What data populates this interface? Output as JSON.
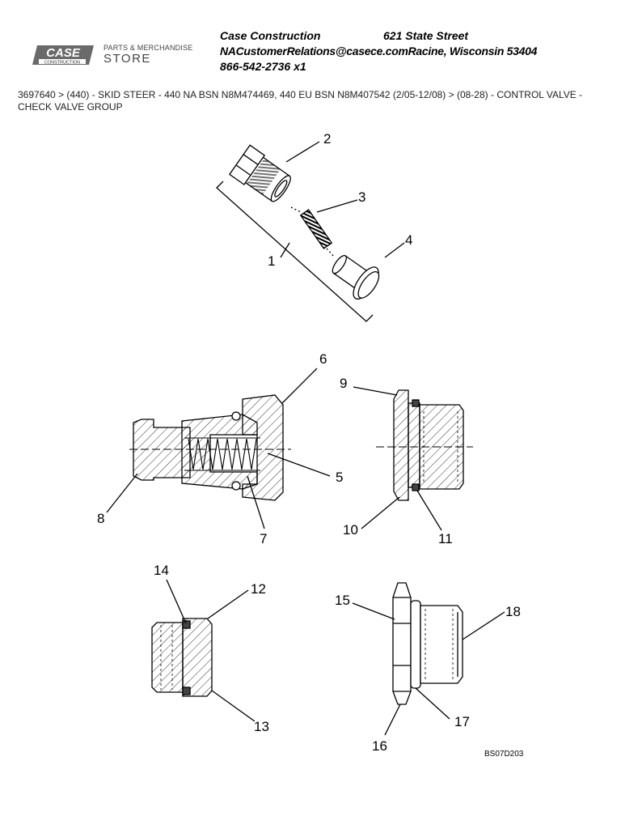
{
  "logo": {
    "case_word": "CASE",
    "case_sub": "CONSTRUCTION",
    "store_line1": "PARTS & MERCHANDISE",
    "store_line2": "STORE"
  },
  "contact": {
    "company": "Case Construction",
    "street": "621 State Street",
    "email_city": "NACustomerRelations@casece.comRacine, Wisconsin 53404",
    "phone": "866-542-2736 x1"
  },
  "breadcrumb": "3697640 > (440) - SKID STEER - 440 NA BSN N8M474469, 440 EU BSN N8M407542 (2/05-12/08) > (08-28) - CONTROL VALVE - CHECK VALVE GROUP",
  "diagram": {
    "callouts": [
      "1",
      "2",
      "3",
      "4",
      "5",
      "6",
      "7",
      "8",
      "9",
      "10",
      "11",
      "12",
      "13",
      "14",
      "15",
      "16",
      "17",
      "18"
    ],
    "drawing_code": "BS07D203"
  }
}
